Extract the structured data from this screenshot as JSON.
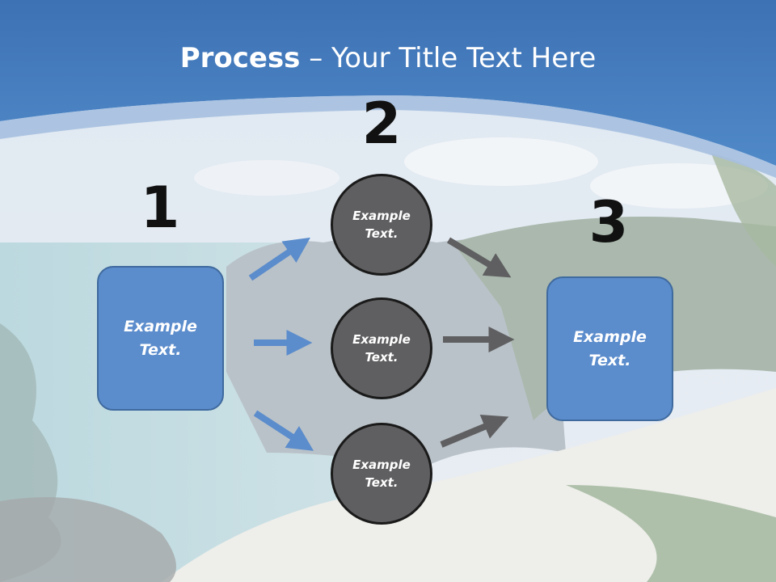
{
  "slide": {
    "title_bold": "Process",
    "title_rest": " – Your Title Text Here",
    "steps": [
      {
        "number": "1",
        "label": "Example\nText."
      },
      {
        "number": "2",
        "label": "Example\nText."
      },
      {
        "number": "3",
        "label": "Example\nText."
      }
    ],
    "circles": [
      {
        "label": "Example\nText."
      },
      {
        "label": "Example\nText."
      },
      {
        "label": "Example\nText."
      }
    ]
  },
  "colors": {
    "header": "#4a7fc1",
    "box_fill": "#5b8ccc",
    "circle_fill": "#5f5f61",
    "arrow_blue": "#5b8ccc",
    "arrow_gray": "#5f5f61"
  }
}
